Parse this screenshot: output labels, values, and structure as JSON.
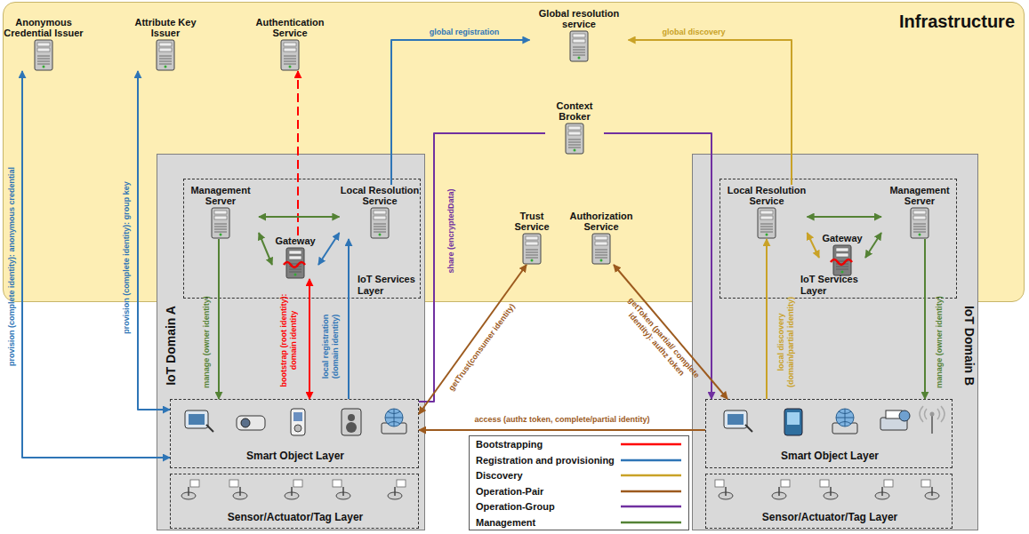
{
  "diagram": {
    "nodes": [
      {
        "text": [
          "Infrastructure"
        ]
      },
      {
        "text": [
          "Anonymous Credential Issuer"
        ],
        "in": 0
      },
      {
        "text": [
          "Attribute Key Issuer"
        ],
        "in": 0
      },
      {
        "text": [
          "Authentication Service"
        ],
        "in": 0
      },
      {
        "text": [
          "Global resolution service"
        ],
        "in": 0
      },
      {
        "text": [
          "Context Broker"
        ],
        "in": 0
      },
      {
        "text": [
          "Trust Service"
        ],
        "in": 0
      },
      {
        "text": [
          "Authorization Service"
        ],
        "in": 0
      },
      {
        "text": [
          "IoT Domain A"
        ]
      },
      {
        "text": [
          "IoT Services Layer"
        ],
        "in": 8
      },
      {
        "text": [
          "Management Server"
        ],
        "in": 9
      },
      {
        "text": [
          "Gateway"
        ],
        "in": 9
      },
      {
        "text": [
          "Local Resolution Service"
        ],
        "in": 9
      },
      {
        "text": [
          "Smart Object Layer"
        ],
        "in": 8
      },
      {
        "text": [
          "Sensor/Actuator/Tag Layer"
        ],
        "in": 8
      },
      {
        "text": [
          "IoT Domain B"
        ]
      },
      {
        "text": [
          "IoT Services Layer"
        ],
        "in": 15
      },
      {
        "text": [
          "Local Resolution Service"
        ],
        "in": 16
      },
      {
        "text": [
          "Gateway"
        ],
        "in": 16
      },
      {
        "text": [
          "Management Server"
        ],
        "in": 16
      },
      {
        "text": [
          "Smart Object Layer"
        ],
        "in": 15
      },
      {
        "text": [
          "Sensor/Actuator/Tag Layer"
        ],
        "in": 15
      }
    ],
    "edges": [
      {
        "from": 13,
        "to": 1,
        "arrow": "both",
        "label": "provision (complete identity): anonymous credential"
      },
      {
        "from": 13,
        "to": 2,
        "arrow": "both",
        "label": "provision (complete identity): group key"
      },
      {
        "from": 11,
        "to": 3,
        "arrow": "to"
      },
      {
        "from": 11,
        "to": 13,
        "arrow": "both",
        "label": "bootstrap (root identity): domain identity"
      },
      {
        "from": 12,
        "to": 4,
        "arrow": "to",
        "label": "global registration"
      },
      {
        "from": 13,
        "to": 12,
        "arrow": "to",
        "label": "local registration (domain identity)"
      },
      {
        "from": 10,
        "to": 13,
        "arrow": "to",
        "label": "manage (owner identity)"
      },
      {
        "from": 10,
        "to": 11,
        "arrow": "both"
      },
      {
        "from": 11,
        "to": 12,
        "arrow": "both"
      },
      {
        "from": 10,
        "to": 12,
        "arrow": "both"
      },
      {
        "from": 13,
        "to": 5,
        "arrow": "none",
        "label": "share (encryptedData)"
      },
      {
        "from": 5,
        "to": 20,
        "arrow": "to"
      },
      {
        "from": 13,
        "to": 6,
        "arrow": "both",
        "label": "getTrust(consumer identity)"
      },
      {
        "from": 20,
        "to": 7,
        "arrow": "both",
        "label": "getToken (partial/ complete identity): authz token"
      },
      {
        "from": 20,
        "to": 13,
        "arrow": "to",
        "label": "access (authz token, complete/partial identity)"
      },
      {
        "from": 17,
        "to": 4,
        "arrow": "to",
        "label": "global discovery"
      },
      {
        "from": 20,
        "to": 17,
        "arrow": "to",
        "label": "local discovery (domain/partial identity)"
      },
      {
        "from": 17,
        "to": 18,
        "arrow": "both"
      },
      {
        "from": 18,
        "to": 19,
        "arrow": "both"
      },
      {
        "from": 17,
        "to": 19,
        "arrow": "both"
      },
      {
        "from": 19,
        "to": 20,
        "arrow": "to",
        "label": "manage (owner identity)"
      }
    ],
    "legend": [
      {
        "text": "Bootstrapping",
        "color": "#ff0000"
      },
      {
        "text": "Registration and provisioning",
        "color": "#2e75b6"
      },
      {
        "text": "Discovery",
        "color": "#c9a227"
      },
      {
        "text": "Operation-Pair",
        "color": "#9c5a1e"
      },
      {
        "text": "Operation-Group",
        "color": "#7030a0"
      },
      {
        "text": "Management",
        "color": "#548235"
      }
    ]
  }
}
